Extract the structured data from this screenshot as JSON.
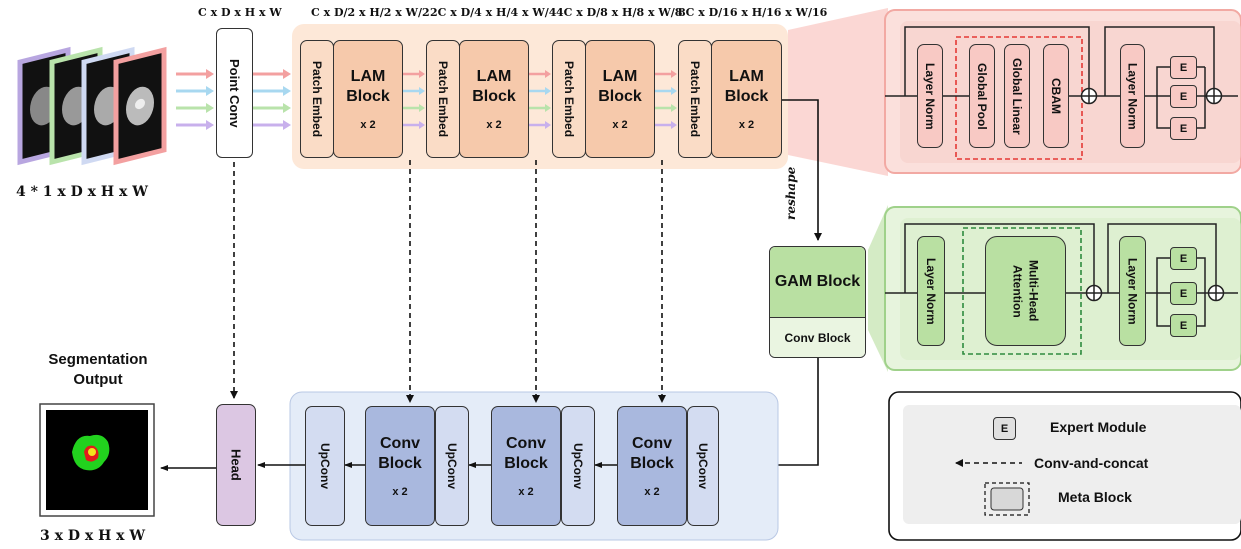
{
  "input": {
    "label": "4 * 1 x D x H x W"
  },
  "point_conv": {
    "label": "Point Conv",
    "dims": "C x D x H x W"
  },
  "stages": [
    {
      "dims": "C x D/2 x H/2 x W/2",
      "patch": "Patch Embed",
      "block": "LAM Block",
      "repeat": "x 2"
    },
    {
      "dims": "2C x D/4 x H/4 x W/4",
      "patch": "Patch Embed",
      "block": "LAM Block",
      "repeat": "x 2"
    },
    {
      "dims": "4C x D/8 x H/8 x W/8",
      "patch": "Patch Embed",
      "block": "LAM Block",
      "repeat": "x 2"
    },
    {
      "dims": "8C x D/16 x H/16 x W/16",
      "patch": "Patch Embed",
      "block": "LAM Block",
      "repeat": "x 2"
    }
  ],
  "reshape": "reshape",
  "gam": {
    "block": "GAM Block",
    "conv": "Conv Block"
  },
  "lam_detail": {
    "norm1": "Layer Norm",
    "pool": "Global Pool",
    "linear": "Global Linear",
    "cbam": "CBAM",
    "norm2": "Layer Norm",
    "expert": "E"
  },
  "gam_detail": {
    "norm1": "Layer Norm",
    "mha": "Multi-Head Attention",
    "norm2": "Layer Norm",
    "expert": "E"
  },
  "decoder": {
    "upconv": "UpConv",
    "blocks": [
      {
        "label": "Conv Block",
        "repeat": "x 2",
        "upconv": "UpConv"
      },
      {
        "label": "Conv Block",
        "repeat": "x 2",
        "upconv": "UpConv"
      },
      {
        "label": "Conv Block",
        "repeat": "x 2",
        "upconv": "UpConv"
      }
    ]
  },
  "head": "Head",
  "output": {
    "title": "Segmentation Output",
    "label": "3 x D x H x W"
  },
  "legend": {
    "expert_icon": "E",
    "expert": "Expert Module",
    "conv_concat": "Conv-and-concat",
    "meta": "Meta Block"
  },
  "colors": {
    "stage_bg": "#fde8d8",
    "lam": "#f6c9ab",
    "lam_detail_bg": "#f9d5d0",
    "gam_bg": "#dff0d1",
    "gam_block": "#b9e0a2",
    "decoder_bg": "#e4ecf8",
    "conv": "#a9b8de",
    "head": "#dcc7e3"
  }
}
